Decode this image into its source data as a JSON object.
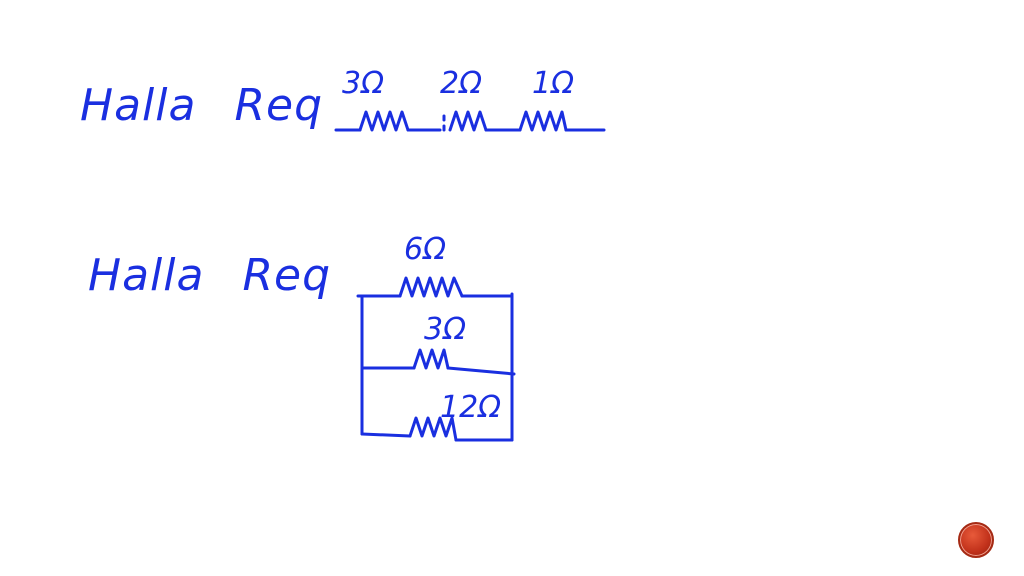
{
  "problems": [
    {
      "prompt_word1": "Halla",
      "prompt_word2": "Req",
      "circuit_type": "series",
      "resistors": [
        "3Ω",
        "2Ω",
        "1Ω"
      ]
    },
    {
      "prompt_word1": "Halla",
      "prompt_word2": "Req",
      "circuit_type": "parallel",
      "resistors": [
        "6Ω",
        "3Ω",
        "12Ω"
      ]
    }
  ],
  "colors": {
    "ink": "#1a2fe0",
    "background": "#ffffff",
    "slide_badge": "#c0301a"
  },
  "slide_badge_icon": "slide-number-badge"
}
